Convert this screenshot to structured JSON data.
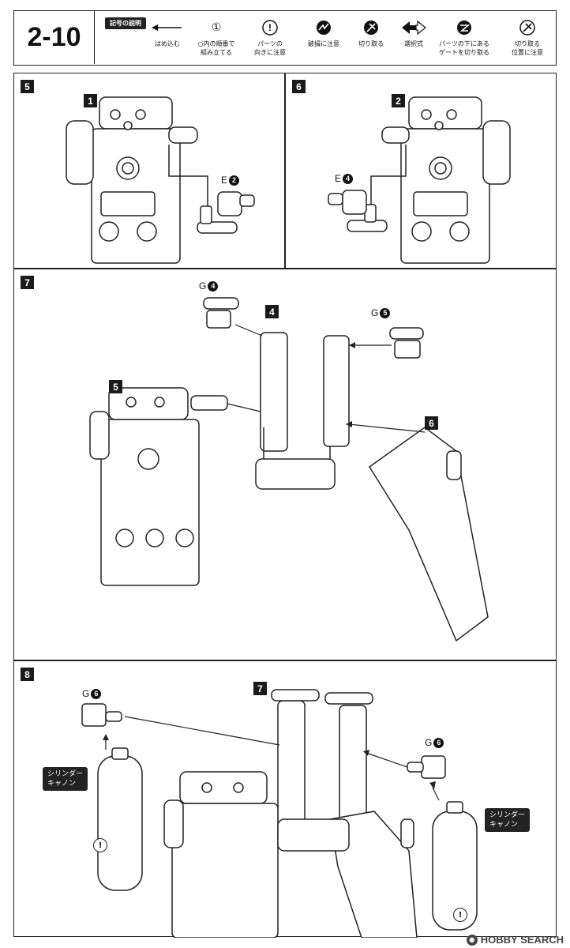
{
  "header": {
    "step": "2-10",
    "legend_title": "記号の説明",
    "legend": [
      {
        "icon": "arrow-left-icon",
        "text": "はめ込む"
      },
      {
        "icon": "circled-one-icon",
        "symbol": "①",
        "text": "○内の順番で\n組み立てる"
      },
      {
        "icon": "exclamation-icon",
        "text": "パーツの\n向きに注意"
      },
      {
        "icon": "break-warning-icon",
        "text": "破損に注意"
      },
      {
        "icon": "cut-icon",
        "text": "切り取る"
      },
      {
        "icon": "select-arrows-icon",
        "text": "選択式"
      },
      {
        "icon": "gate-cut-icon",
        "text": "パーツの下にある\nゲートを切り取る"
      },
      {
        "icon": "cut-position-icon",
        "text": "切り取る\n位置に注意"
      }
    ]
  },
  "panels": {
    "p5": {
      "step": "5",
      "ref": "1",
      "part_letter": "E",
      "part_num": "2"
    },
    "p6": {
      "step": "6",
      "ref": "2",
      "part_letter": "E",
      "part_num": "4"
    },
    "p7": {
      "step": "7",
      "ref_a": "4",
      "ref_b": "5",
      "ref_c": "6",
      "part_a_letter": "G",
      "part_a_num": "4",
      "part_b_letter": "G",
      "part_b_num": "5"
    },
    "p8": {
      "step": "8",
      "ref": "7",
      "part_a_letter": "G",
      "part_a_num": "6",
      "part_b_letter": "G",
      "part_b_num": "6",
      "callout_left": "シリンダー\nキャノン",
      "callout_right": "シリンダー\nキャノン",
      "warn": "!"
    }
  },
  "watermark": "HOBBY SEARCH"
}
